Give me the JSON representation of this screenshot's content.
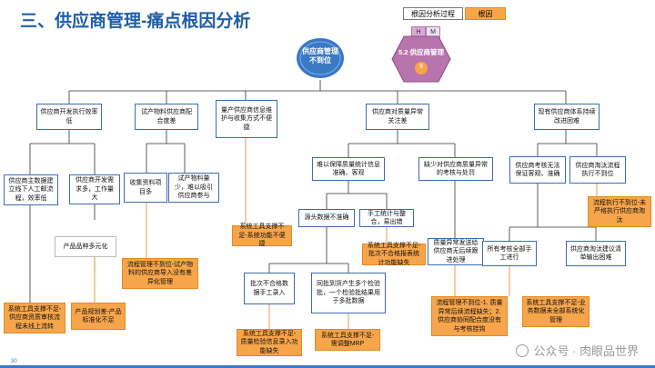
{
  "title": "三、供应商管理-痛点根因分析",
  "legend": {
    "process": "根因分析过程",
    "root": "根因"
  },
  "center": {
    "text": "供应商管理不到位",
    "badge_h": "H",
    "badge_m": "M",
    "card_title": "5.2 供应商管理",
    "card_num": "9"
  },
  "level1": [
    "供应商开发执行效率低",
    "试产物料供应商配合度差",
    "量产供应商信息维护与收集方式不便捷",
    "供应商对质量异常关注差",
    "现有供应商体系持续改进困难"
  ],
  "nodes": {
    "a1": "供应商主数据建立线下人工邮流程，效率低",
    "a2": "供应商开发需求多，工作量大",
    "a3": "产品品种多元化",
    "a4": "系统工具支撑不足-供应商资质审核流程未线上流转",
    "a5": "产品规划差-产品标准化不足",
    "b1": "收集资料项目多",
    "b2": "试产物料量少，难以吸引供应商参与",
    "b3": "流程管理不到位-试产物料的供应商导入没有差异化管理",
    "c1": "系统工具支撑不足-系统功能不便捷",
    "d1": "难以保障质量统计信息准确、客观",
    "d2": "缺少对供应商质量异常的考核与处罚",
    "d3": "源头数据不准确",
    "d4": "手工统计与整合，易出错",
    "d5": "系统工具支撑不足-批次不合格报表统计功能缺失",
    "d6": "质量异常发送给供应商无后续跟进处理",
    "d7": "批次不合格数据手工录入",
    "d8": "同批到货产生多个检验批，一个检验批结果用于多批数据",
    "d9": "系统工具支撑不足-质量检验信息录入功能缺失",
    "d10": "系统工具支撑不足-需调整MRP",
    "d11": "流程管理不到位-1. 质量异常后续流程缺失；2. 供应商协同配合度没有与考核挂钩",
    "e1": "供应商考核无法保证客观、准确",
    "e2": "供应商淘汰流程执行不到位",
    "e3": "流程执行不到位-未严格执行供应商淘汰",
    "e4": "所有考核全部手工进行",
    "e5": "供应商淘汰建议清单输出困难",
    "e6": "系统工具支撑不足-业务数据未全部系统化管理"
  },
  "footer": {
    "page": "30",
    "watermark": "公众号 · 肉眼品世界"
  }
}
